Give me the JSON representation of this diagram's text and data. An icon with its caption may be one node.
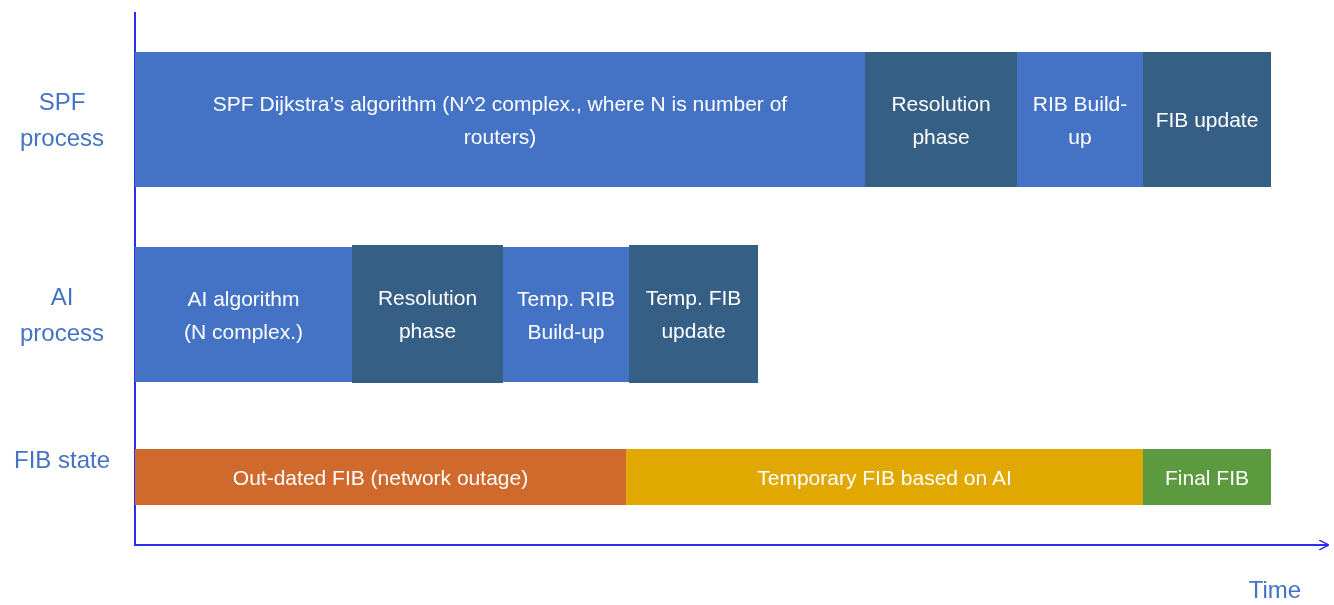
{
  "diagram": {
    "nodes": [
      {
        "text": [
          "SPF Dijkstra’s algorithm (N^2 complex., where N is number of routers)"
        ]
      },
      {
        "text": [
          "Resolution phase"
        ]
      },
      {
        "text": [
          "RIB Build-up"
        ]
      },
      {
        "text": [
          "FIB update"
        ]
      },
      {
        "text": [
          "AI algorithm (N complex.)"
        ]
      },
      {
        "text": [
          "Resolution phase"
        ]
      },
      {
        "text": [
          "Temp. RIB Build-up"
        ]
      },
      {
        "text": [
          "Temp. FIB update"
        ]
      },
      {
        "text": [
          "Out-dated FIB (network outage)"
        ]
      },
      {
        "text": [
          "Temporary FIB based on AI"
        ]
      },
      {
        "text": [
          "Final FIB"
        ]
      }
    ],
    "edges": [],
    "labels": [
      "SPF process",
      "AI process",
      "FIB state",
      "Time"
    ]
  }
}
